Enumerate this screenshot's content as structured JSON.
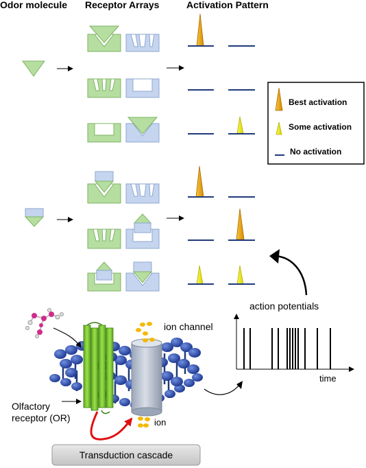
{
  "headers": {
    "odor_molecule": "Odor molecule",
    "receptor_arrays": "Receptor Arrays",
    "activation_pattern": "Activation Pattern"
  },
  "legend": {
    "best": "Best activation",
    "some": "Some activation",
    "none": "No activation"
  },
  "labels": {
    "action_potentials": "action potentials",
    "time": "time",
    "ion_channel": "ion channel",
    "ion": "ion",
    "olfactory_receptor_line1": "Olfactory",
    "olfactory_receptor_line2": "receptor (OR)",
    "transduction_cascade": "Transduction cascade"
  },
  "colors": {
    "receptor_green": "#b5dea0",
    "receptor_blue": "#c5d5ef",
    "peak_orange": "#f0a500",
    "peak_yellow": "#f2ef1a",
    "baseline": "#1f3a7a",
    "membrane_blue": "#2b4fb6",
    "or_green": "#7ec832",
    "ion_yellow": "#f5b800",
    "cascade_arrow": "#e01010",
    "ligand_pink": "#d02c8c"
  }
}
